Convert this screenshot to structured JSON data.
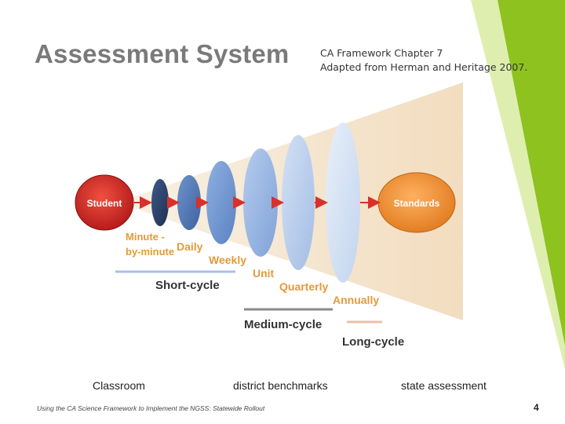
{
  "slide": {
    "title": "Assessment System",
    "source_line1": "CA Framework Chapter 7",
    "source_line2": "Adapted from Herman and Heritage 2007.",
    "page_number": "4",
    "footer": "Using the CA Science Framework to Implement the NGSS: Statewide Rollout"
  },
  "diagram": {
    "student_label": "Student",
    "standards_label": "Standards",
    "cycles": {
      "minute": "Minute -",
      "by_minute": "by-minute",
      "daily": "Daily",
      "weekly": "Weekly",
      "unit": "Unit",
      "quarterly": "Quarterly",
      "annually": "Annually"
    },
    "short_cycle": "Short-cycle",
    "medium_cycle": "Medium-cycle",
    "long_cycle": "Long-cycle"
  },
  "bottom_labels": {
    "classroom": "Classroom",
    "district": "district benchmarks",
    "state": "state assessment"
  },
  "colors": {
    "accent_green": "#8dc21f",
    "student_red": "#d62828",
    "standards_orange": "#f08a2a",
    "arrow_red": "#d9302c",
    "cycle_label_orange": "#e39a3a"
  }
}
